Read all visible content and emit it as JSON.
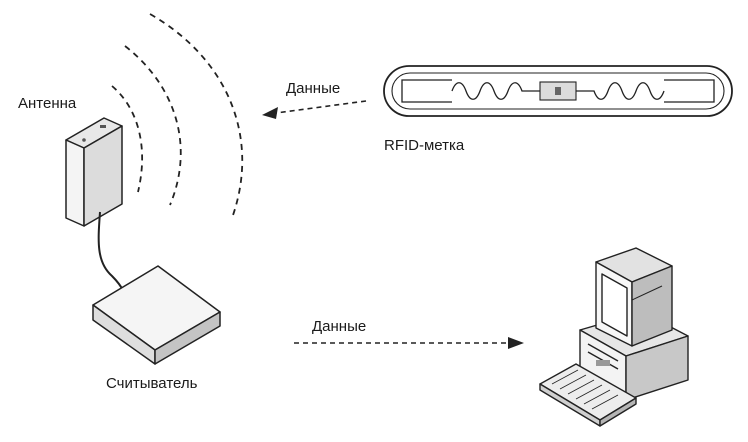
{
  "labels": {
    "antenna": "Антенна",
    "reader": "Считыватель",
    "tag": "RFID-метка",
    "data_from_tag": "Данные",
    "data_to_computer": "Данные"
  },
  "icons": {
    "antenna": "antenna-icon",
    "reader": "reader-box-icon",
    "tag": "rfid-tag-icon",
    "computer": "computer-icon",
    "keyboard": "keyboard-icon"
  },
  "colors": {
    "line": "#222222",
    "fill_light": "#f2f2f2",
    "fill_mid": "#d9d9d9",
    "fill_dark": "#bdbdbd"
  }
}
